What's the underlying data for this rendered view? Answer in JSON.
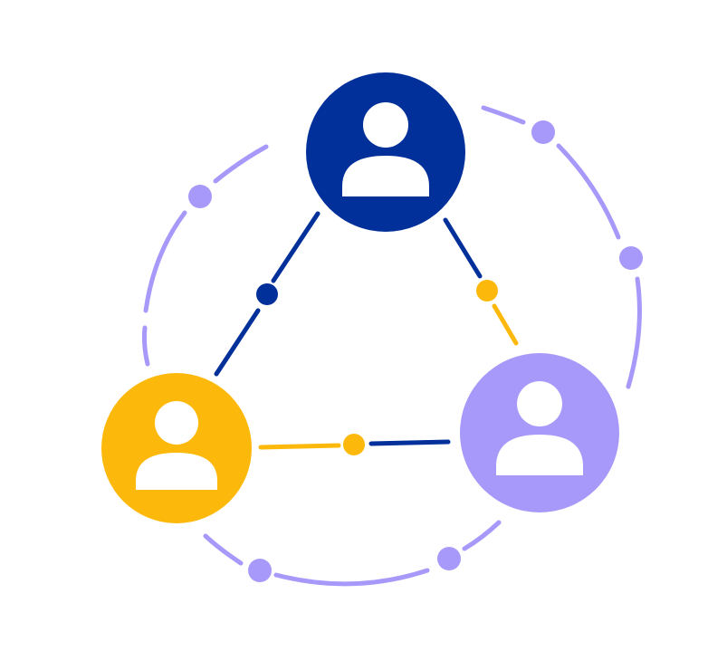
{
  "colors": {
    "navy": "#02309A",
    "amber": "#FDB90B",
    "lavender": "#A799F9",
    "white": "#FFFFFF"
  },
  "nodes": [
    {
      "id": "top",
      "icon": "user-icon",
      "fill": "navy"
    },
    {
      "id": "left",
      "icon": "user-icon",
      "fill": "amber"
    },
    {
      "id": "right",
      "icon": "user-icon",
      "fill": "lavender"
    }
  ],
  "links": [
    {
      "from": "top",
      "to": "left",
      "connector_dot": "navy"
    },
    {
      "from": "top",
      "to": "right",
      "connector_dot": "amber"
    },
    {
      "from": "left",
      "to": "right",
      "connector_dot": "amber"
    }
  ],
  "outer_ring": {
    "style": "dashed",
    "color": "lavender",
    "dot_count": 5
  }
}
